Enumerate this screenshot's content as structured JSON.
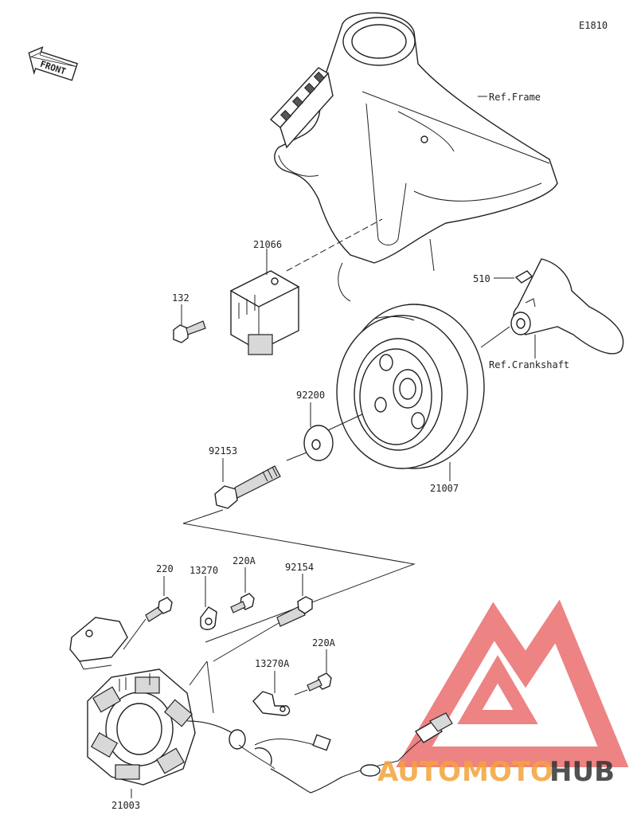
{
  "diagram_code": "E1810",
  "front_label": "FRONT",
  "refs": {
    "frame": "Ref.Frame",
    "crankshaft": "Ref.Crankshaft"
  },
  "parts": {
    "p21066": "21066",
    "p132": "132",
    "p510": "510",
    "p92200": "92200",
    "p92153": "92153",
    "p21007": "21007",
    "p220": "220",
    "p13270": "13270",
    "p220A_1": "220A",
    "p92154": "92154",
    "p13270A": "13270A",
    "p220A_2": "220A",
    "p21003": "21003"
  },
  "watermark": {
    "auto": "AUTO",
    "moto": "MOTO",
    "hub": "HUB"
  },
  "colors": {
    "logo_red": "#e85a5a",
    "logo_orange": "#f3a33a",
    "logo_gray": "#333333"
  }
}
